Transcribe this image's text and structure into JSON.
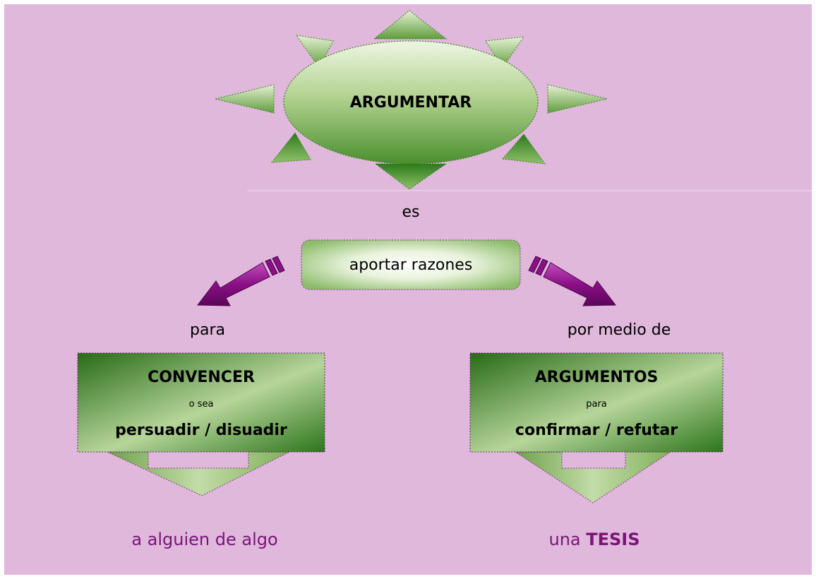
{
  "colors": {
    "background": "#dfb8dc",
    "green_dark": "#2f7a1f",
    "green_light": "#e2efcf",
    "arrow_purple": "#8b0f86",
    "accent_text": "#7a1478"
  },
  "diagram": {
    "root": "ARGUMENTAR",
    "link_es": "es",
    "middle": "aportar razones",
    "left": {
      "connector": "para",
      "title": "CONVENCER",
      "small": "o sea",
      "line": "persuadir / disuadir",
      "result": "a alguien de algo"
    },
    "right": {
      "connector": "por medio de",
      "title": "ARGUMENTOS",
      "small": "para",
      "line": "confirmar / refutar",
      "result_prefix": "una ",
      "result_bold": "TESIS"
    }
  }
}
